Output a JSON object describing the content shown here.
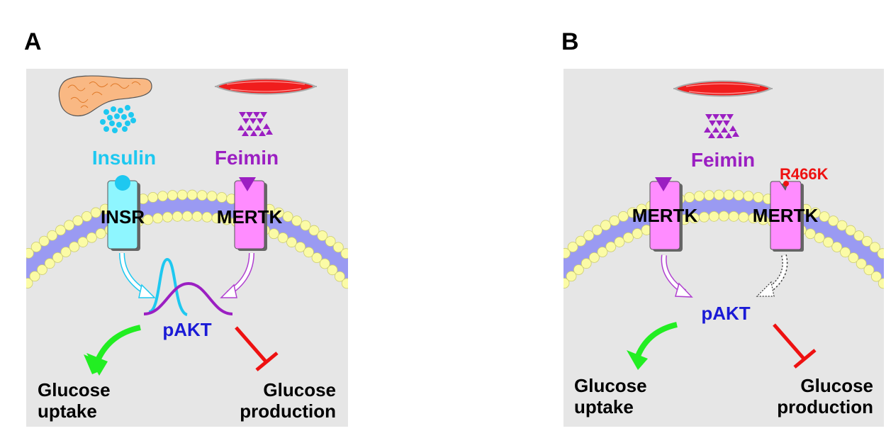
{
  "panels": [
    {
      "id": "A",
      "label": "A",
      "organs": {
        "pancreas": "pancreas-icon",
        "muscle": "muscle-icon"
      },
      "ligands": [
        {
          "name": "Insulin",
          "color": "#1ec8f0",
          "shape": "circle"
        },
        {
          "name": "Feimin",
          "color": "#9b1fc2",
          "shape": "triangle"
        }
      ],
      "receptors": [
        {
          "name": "INSR",
          "color": "#8ef6ff"
        },
        {
          "name": "MERTK",
          "color": "#ff8cff"
        }
      ],
      "effector": {
        "name": "pAKT",
        "color": "#1a1ad6"
      },
      "outputs": [
        {
          "line1": "Glucose",
          "line2": "uptake",
          "effect": "activation",
          "color": "#22ee22"
        },
        {
          "line1": "Glucose",
          "line2": "production",
          "effect": "inhibition",
          "color": "#ee1111"
        }
      ]
    },
    {
      "id": "B",
      "label": "B",
      "organs": {
        "muscle": "muscle-icon"
      },
      "ligands": [
        {
          "name": "Feimin",
          "color": "#9b1fc2",
          "shape": "triangle"
        }
      ],
      "receptors": [
        {
          "name": "MERTK",
          "color": "#ff8cff"
        },
        {
          "name": "MERTK",
          "color": "#ff8cff",
          "mutation": "R466K"
        }
      ],
      "mutation_label": "R466K",
      "effector": {
        "name": "pAKT",
        "color": "#1a1ad6"
      },
      "outputs": [
        {
          "line1": "Glucose",
          "line2": "uptake",
          "effect": "activation",
          "color": "#22ee22"
        },
        {
          "line1": "Glucose",
          "line2": "production",
          "effect": "inhibition",
          "color": "#ee1111"
        }
      ]
    }
  ],
  "colors": {
    "panel_bg": "#e6e6e6",
    "membrane_band": "#9a9af2",
    "lipid_head": "#fbfba6",
    "mutation": "#ee1111"
  }
}
